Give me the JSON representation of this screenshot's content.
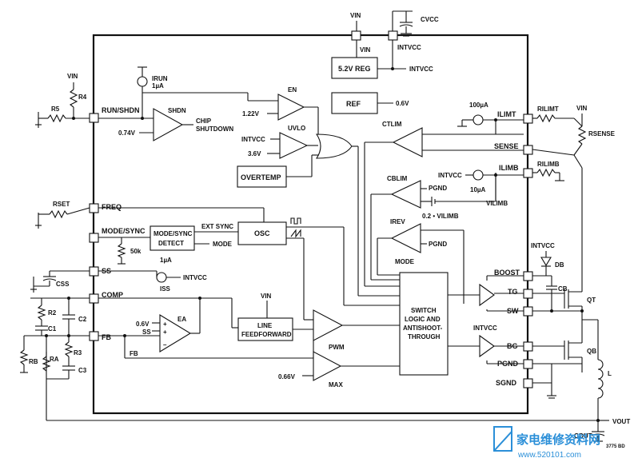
{
  "chip_pins": {
    "run_shdn": "RUN/SHDN",
    "freq": "FREQ",
    "mode_sync": "MODE/SYNC",
    "ss": "SS",
    "comp": "COMP",
    "fb": "FB",
    "ilimt": "ILIMT",
    "sense": "SENSE",
    "ilimb": "ILIMB",
    "boost": "BOOST",
    "tg": "TG",
    "sw": "SW",
    "bg": "BG",
    "pgnd": "PGND",
    "sgnd": "SGND",
    "vin": "VIN",
    "intvcc": "INTVCC"
  },
  "blocks": {
    "reg": "5.2V REG",
    "ref": "REF",
    "ref_value": "0.6V",
    "overtemp": "OVERTEMP",
    "mode_sync_detect_1": "MODE/SYNC",
    "mode_sync_detect_2": "DETECT",
    "osc": "OSC",
    "line_ff_1": "LINE",
    "line_ff_2": "FEEDFORWARD",
    "switch_logic_1": "SWITCH",
    "switch_logic_2": "LOGIC AND",
    "switch_logic_3": "ANTISHOOT-",
    "switch_logic_4": "THROUGH",
    "chip_shutdown_1": "CHIP",
    "chip_shutdown_2": "SHUTDOWN",
    "shdn": "SHDN",
    "ext_sync": "EXT SYNC",
    "mode": "MODE",
    "en": "EN",
    "uvlo": "UVLO",
    "ctlim": "CTLIM",
    "cblim": "CBLIM",
    "irev": "IREV",
    "ea": "EA",
    "pwm": "PWM",
    "max": "MAX",
    "fb_internal": "FB",
    "ss_internal": "SS",
    "pgnd_cblim": "PGND",
    "pgnd_irev": "PGND",
    "irev_mode": "MODE",
    "cblim_ref": "0.2 • VILIMB"
  },
  "values": {
    "v122": "1.22V",
    "v36": "3.6V",
    "v074": "0.74V",
    "v06_ea": "0.6V",
    "v066": "0.66V",
    "i_run": "IRUN",
    "i_run_val": "1µA",
    "i_ss": "ISS",
    "i_ss_val": "1µA",
    "i_100": "100µA",
    "i_10": "10µA",
    "r50k": "50k",
    "intvcc_en": "INTVCC",
    "intvcc_ss": "INTVCC",
    "intvcc_ilimb": "INTVCC",
    "intvcc_bg": "INTVCC",
    "intvcc_db": "INTVCC",
    "vin_run": "VIN",
    "vin_ff": "VIN",
    "vin_top": "VIN",
    "vin_reg": "VIN",
    "vin_sense": "VIN",
    "intvcc_top": "INTVCC",
    "intvcc_reg": "INTVCC",
    "vilimb": "VILIMB"
  },
  "external": {
    "r4": "R4",
    "r5": "R5",
    "rset": "RSET",
    "css": "CSS",
    "r2": "R2",
    "c1": "C1",
    "c2": "C2",
    "r3": "R3",
    "ra": "RA",
    "rb": "RB",
    "c3": "C3",
    "rilimt": "RILIMT",
    "rsense": "RSENSE",
    "rilimb": "RILIMB",
    "db": "DB",
    "cb": "CB",
    "qt": "QT",
    "qb": "QB",
    "l": "L",
    "cout": "COUT",
    "vout": "VOUT",
    "cvcc": "CVCC",
    "figure_id": "3775 BD"
  },
  "watermark": {
    "text": "家电维修资料网",
    "url": "www.520101.com"
  }
}
